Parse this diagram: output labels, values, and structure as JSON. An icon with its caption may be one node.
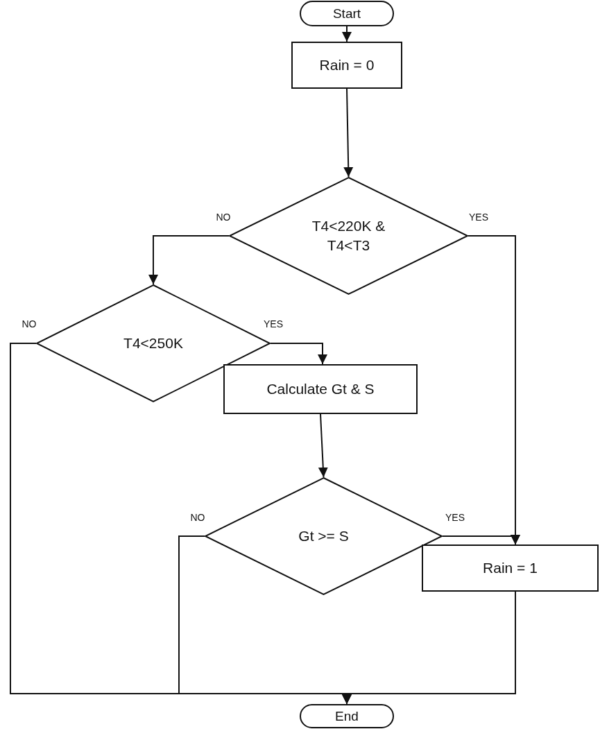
{
  "diagram": {
    "nodes": [
      {
        "text": [
          "Start"
        ]
      },
      {
        "text": [
          "Rain = 0"
        ]
      },
      {
        "text": [
          "T4<220K & T4<T3"
        ]
      },
      {
        "text": [
          "T4<250K"
        ]
      },
      {
        "text": [
          "Calculate Gt & S"
        ]
      },
      {
        "text": [
          "Gt >= S"
        ]
      },
      {
        "text": [
          "Rain = 1"
        ]
      },
      {
        "text": [
          "End"
        ]
      }
    ],
    "edges": [
      {
        "from": 0,
        "to": 1,
        "arrow": "to"
      },
      {
        "from": 1,
        "to": 2,
        "arrow": "to"
      },
      {
        "from": 2,
        "to": 3,
        "arrow": "to",
        "label": "NO"
      },
      {
        "from": 2,
        "to": 6,
        "arrow": "to",
        "label": "YES"
      },
      {
        "from": 3,
        "to": 4,
        "arrow": "to",
        "label": "YES"
      },
      {
        "from": 3,
        "to": 7,
        "arrow": "to",
        "label": "NO"
      },
      {
        "from": 4,
        "to": 5,
        "arrow": "to"
      },
      {
        "from": 5,
        "to": 7,
        "arrow": "to",
        "label": "NO"
      },
      {
        "from": 5,
        "to": 6,
        "arrow": "to",
        "label": "YES"
      },
      {
        "from": 6,
        "to": 7,
        "arrow": "to"
      }
    ]
  }
}
